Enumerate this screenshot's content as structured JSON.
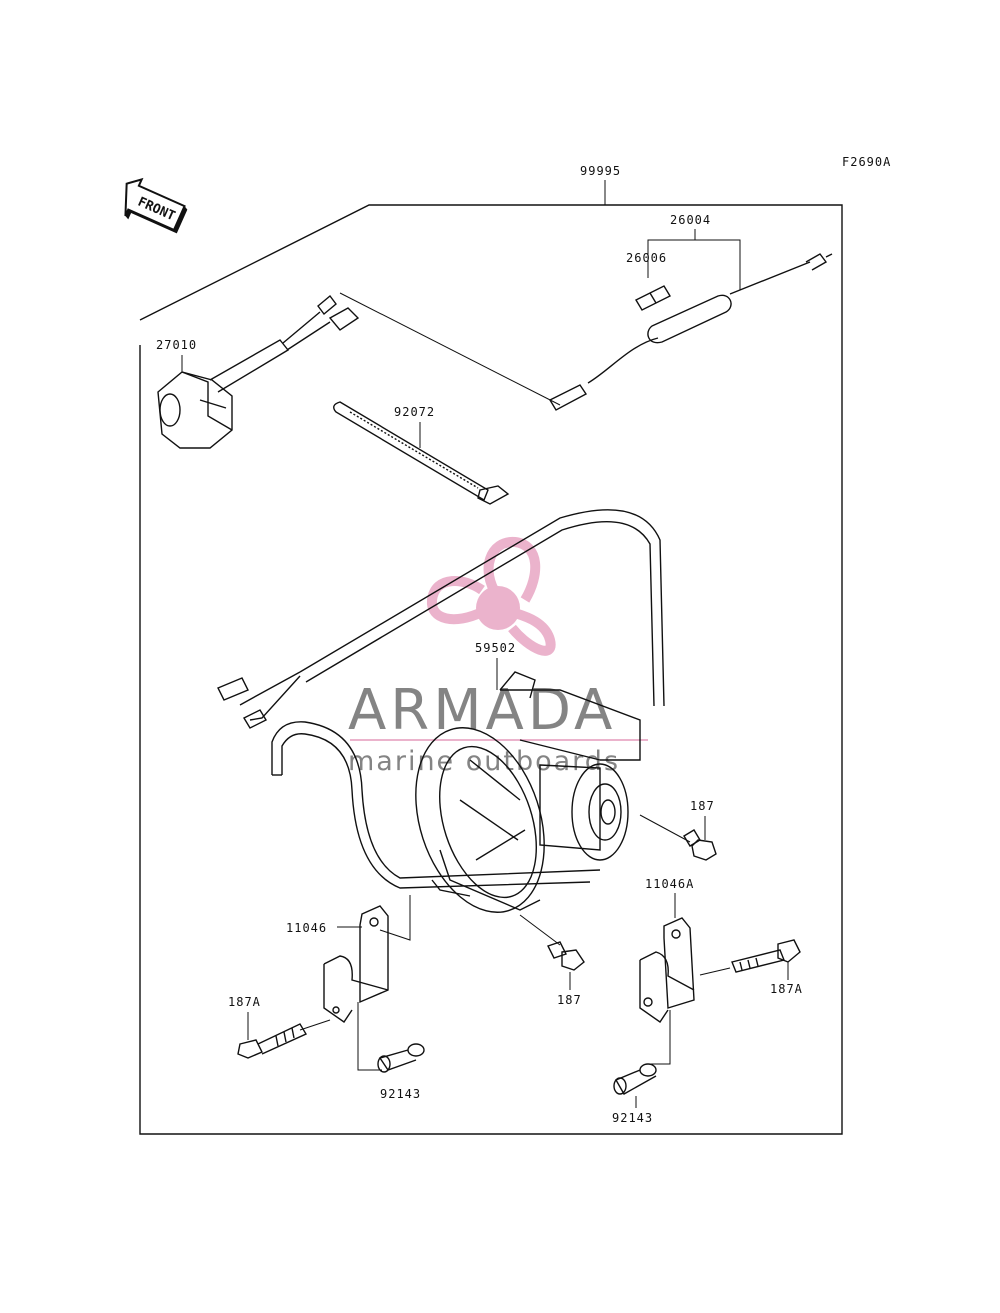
{
  "diagram": {
    "ref_code": "F2690A",
    "front_label": "FRONT",
    "kit_part": "99995",
    "labels": {
      "p26004": "26004",
      "p26006": "26006",
      "p27010": "27010",
      "p92072": "92072",
      "p59502": "59502",
      "p187_right": "187",
      "p187_center": "187",
      "p11046": "11046",
      "p11046A": "11046A",
      "p187A_left": "187A",
      "p187A_right": "187A",
      "p92143_left": "92143",
      "p92143_right": "92143"
    }
  },
  "watermark": {
    "brand": "ARMADA",
    "tagline": "marine outboards",
    "color": "#e8a6c4",
    "text_color": "#6f6f6f"
  }
}
